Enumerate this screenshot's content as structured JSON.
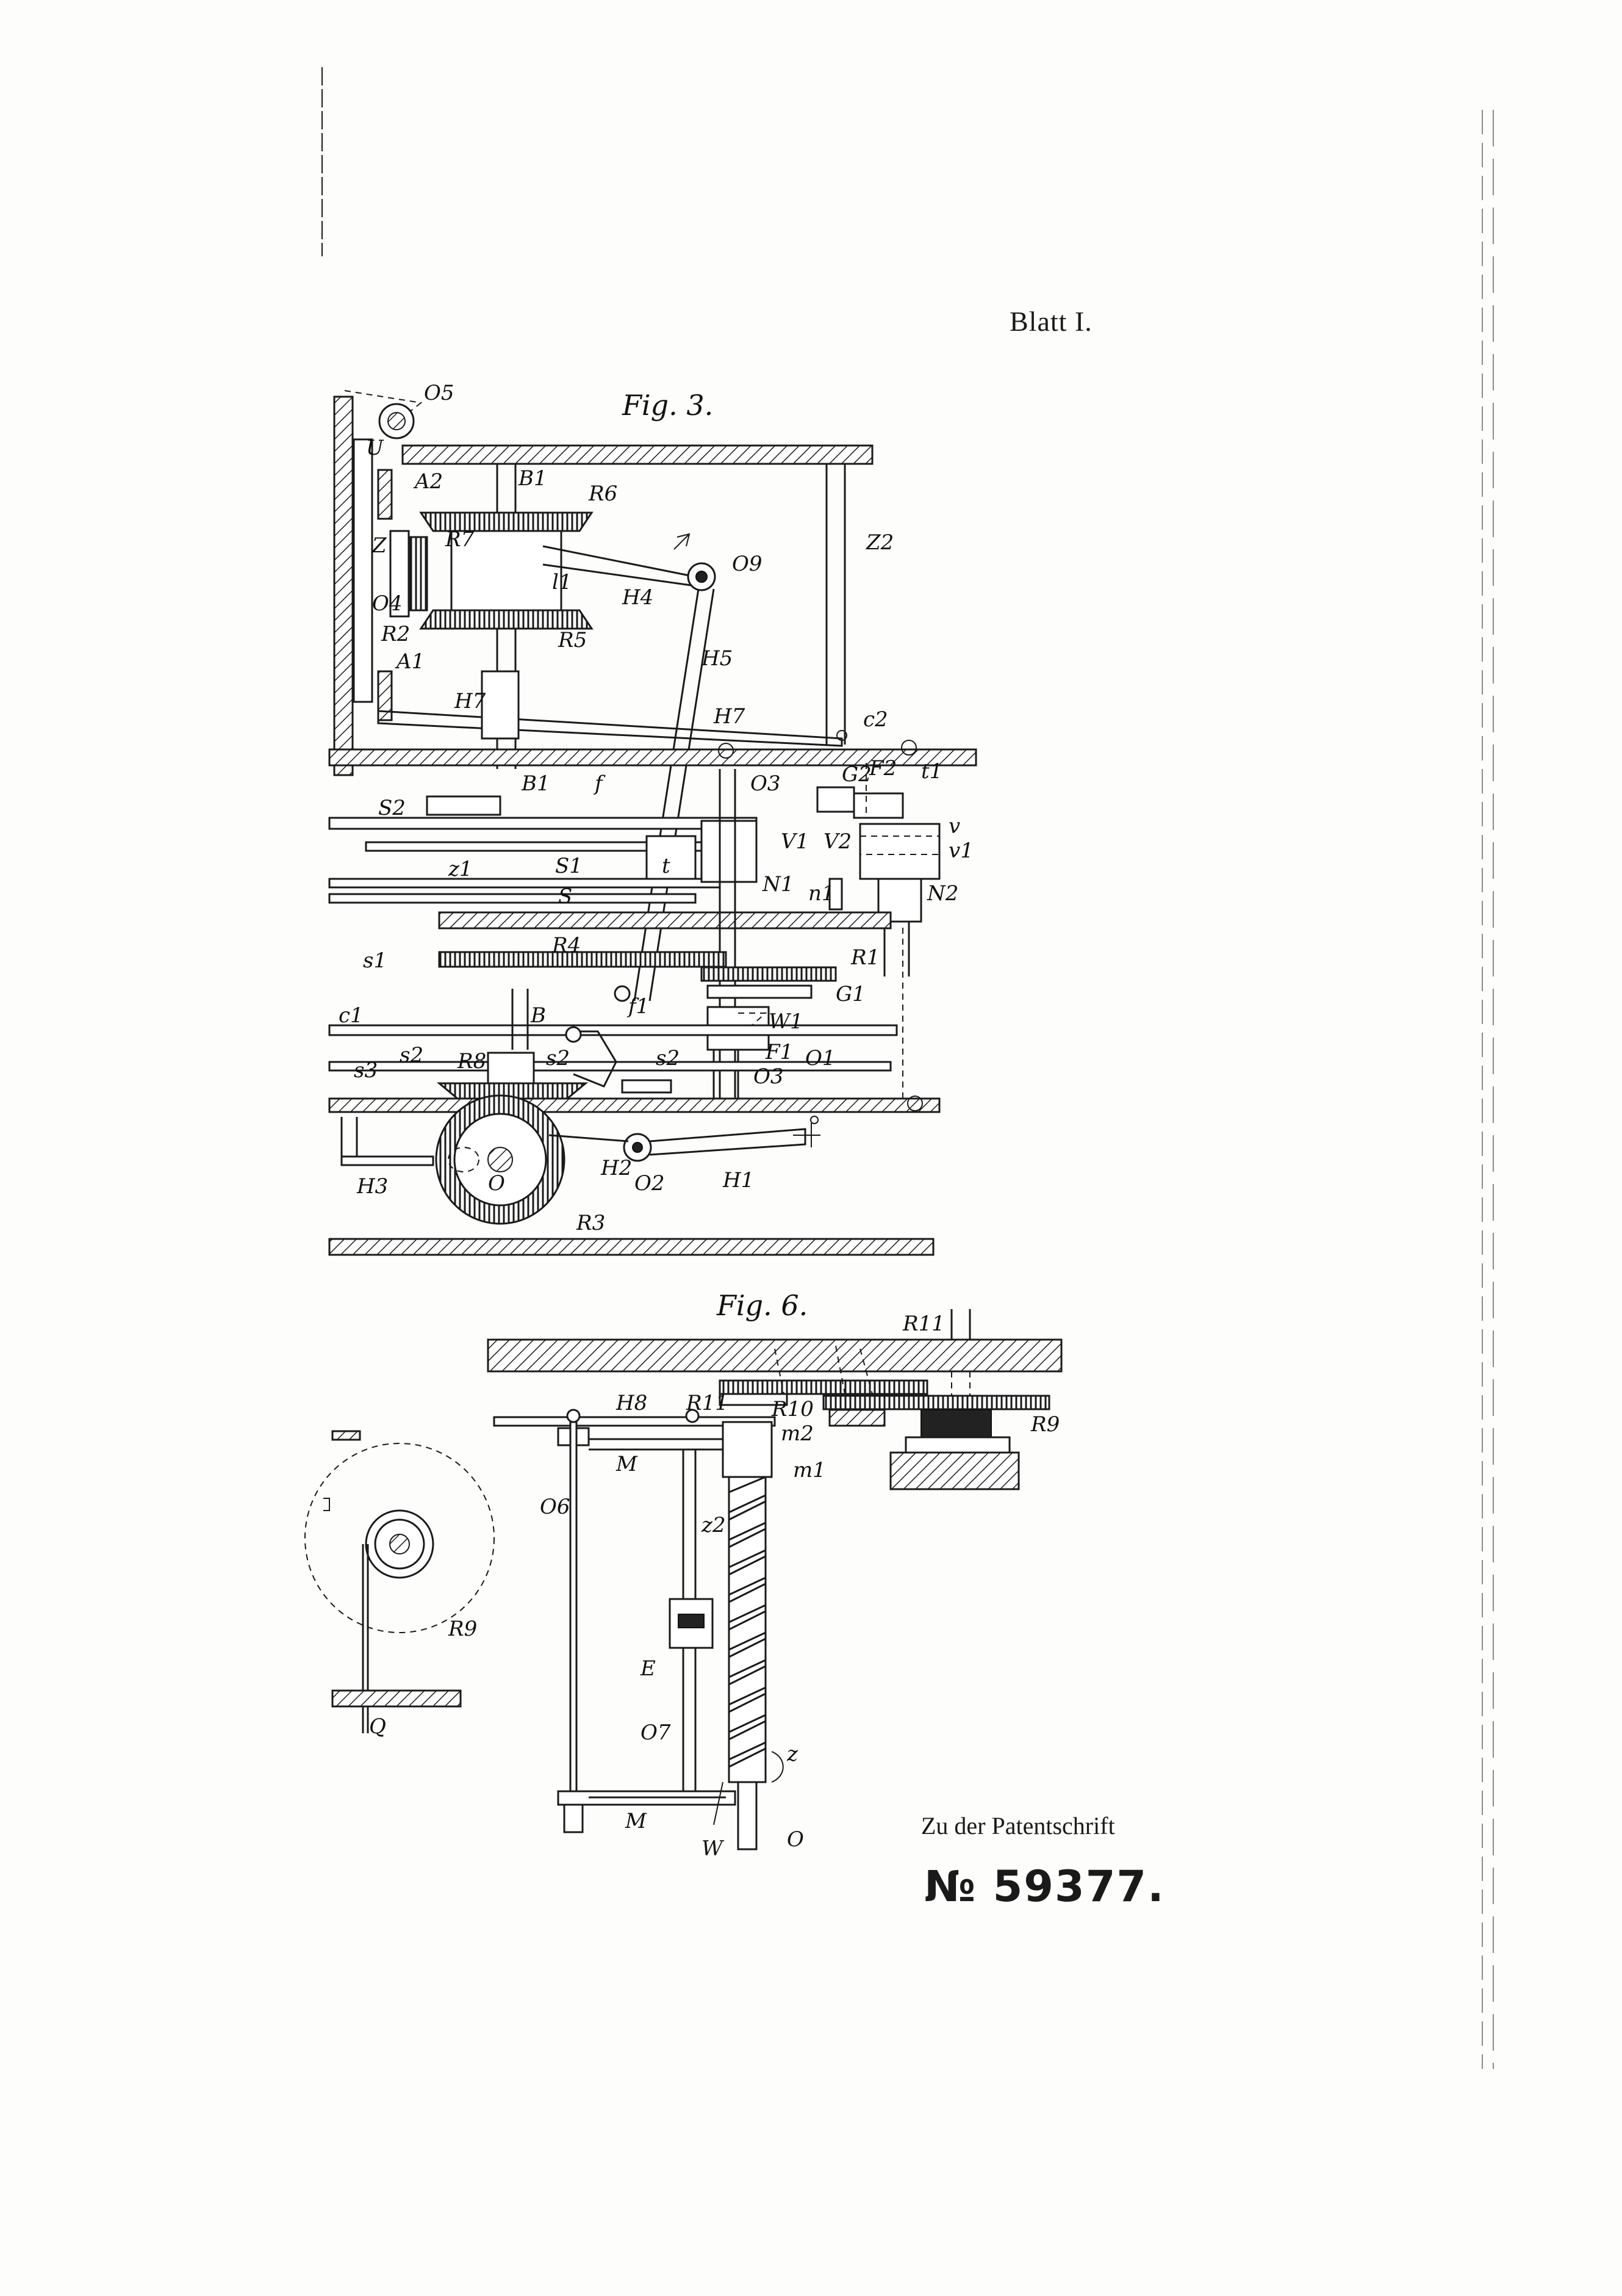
{
  "sheet": {
    "label": "Blatt I.",
    "caption": "Zu der Patentschrift",
    "number": "№ 59377."
  },
  "fig3": {
    "title": "Fig. 3.",
    "labels": [
      "O5",
      "U",
      "A2",
      "B1",
      "R6",
      "Z",
      "R7",
      "Z2",
      "O9",
      "l1",
      "H4",
      "O4",
      "R2",
      "R5",
      "H5",
      "A1",
      "H7",
      "H7",
      "c2",
      "B1",
      "f",
      "O3",
      "G2",
      "F2",
      "t1",
      "S2",
      "V1",
      "V2",
      "v",
      "v1",
      "z1",
      "S1",
      "t",
      "N1",
      "S",
      "n1",
      "N2",
      "s1",
      "R4",
      "R1",
      "f1",
      "G1",
      "c1",
      "B",
      "W1",
      "s3",
      "s2",
      "R8",
      "s2",
      "s2",
      "F1",
      "O1",
      "O3",
      "O",
      "H2",
      "O2",
      "H1",
      "H3",
      "R3"
    ]
  },
  "fig6": {
    "title": "Fig. 6.",
    "labels": [
      "R11",
      "H8",
      "R11",
      "R10",
      "R9",
      "m2",
      "M",
      "m1",
      "O6",
      "z2",
      "E",
      "O7",
      "z",
      "M",
      "W",
      "O",
      "R9",
      "Q"
    ]
  }
}
